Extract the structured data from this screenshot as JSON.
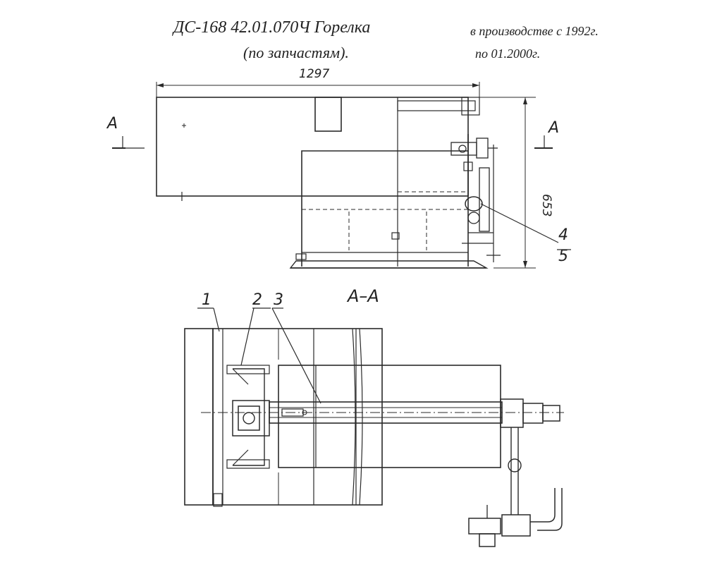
{
  "header": {
    "title": "ДС-168 42.01.070Ч Горелка",
    "subtitle": "(по запчастям).",
    "production_from": "в производстве с 1992г.",
    "production_to": "по 01.2000г."
  },
  "drawing": {
    "dim_width": "1297",
    "dim_height": "653",
    "section_mark": "А",
    "section_title": "А–А",
    "callouts": [
      "1",
      "2",
      "3",
      "4",
      "5"
    ]
  }
}
